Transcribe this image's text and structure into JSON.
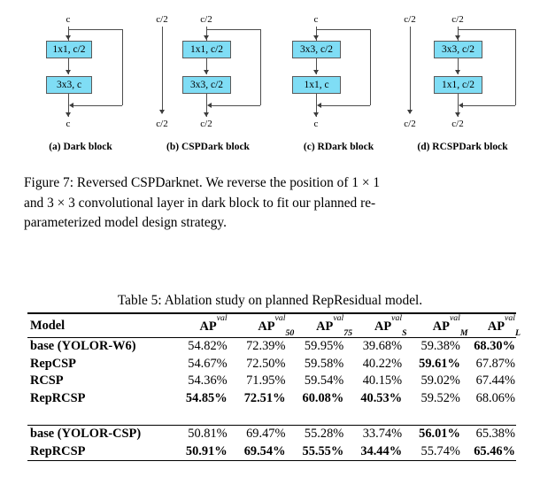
{
  "figure": {
    "caption_prefix": "Figure 7:",
    "caption_text": "Figure 7: Reversed CSPDarknet. We reverse the position of 1 × 1 and 3 × 3 convolutional layer in dark block to fit our planned re-parameterized model design strategy.",
    "caption_line1": "Figure 7: Reversed CSPDarknet. We reverse the position of 1 × 1",
    "caption_line2": "and 3 × 3 convolutional layer in dark block to fit our planned re-",
    "caption_line3": "parameterized model design strategy.",
    "diagrams": [
      {
        "id": "dark-block",
        "subcaption": "(a) Dark block",
        "input_label": "c",
        "output_label": "c",
        "has_bypass_branch": false,
        "bypass_input_label": "",
        "bypass_output_label": "",
        "boxes": [
          "1x1, c/2",
          "3x3, c"
        ]
      },
      {
        "id": "cspdark-block",
        "subcaption": "(b) CSPDark block",
        "input_label": "c/2",
        "output_label": "c/2",
        "has_bypass_branch": true,
        "bypass_input_label": "c/2",
        "bypass_output_label": "c/2",
        "boxes": [
          "1x1, c/2",
          "3x3, c/2"
        ]
      },
      {
        "id": "rdark-block",
        "subcaption": "(c) RDark block",
        "input_label": "c",
        "output_label": "c",
        "has_bypass_branch": false,
        "bypass_input_label": "",
        "bypass_output_label": "",
        "boxes": [
          "3x3, c/2",
          "1x1, c"
        ]
      },
      {
        "id": "rcspdark-block",
        "subcaption": "(d) RCSPDark block",
        "input_label": "c/2",
        "output_label": "c/2",
        "has_bypass_branch": true,
        "bypass_input_label": "c/2",
        "bypass_output_label": "c/2",
        "boxes": [
          "3x3, c/2",
          "1x1, c/2"
        ]
      }
    ],
    "box_fill_color": "#7fddf5",
    "box_border_color": "#5a5a5a",
    "line_color": "#4d4d4d"
  },
  "table": {
    "caption": "Table 5: Ablation study on planned RepResidual model.",
    "headers": [
      {
        "label": "Model",
        "sup": "",
        "sub": ""
      },
      {
        "label": "AP",
        "sup": "val",
        "sub": ""
      },
      {
        "label": "AP",
        "sup": "val",
        "sub": "50"
      },
      {
        "label": "AP",
        "sup": "val",
        "sub": "75"
      },
      {
        "label": "AP",
        "sup": "val",
        "sub": "S"
      },
      {
        "label": "AP",
        "sup": "val",
        "sub": "M"
      },
      {
        "label": "AP",
        "sup": "val",
        "sub": "L"
      }
    ],
    "sections": [
      {
        "rows": [
          {
            "model": "base (YOLOR-W6)",
            "values": [
              "54.82%",
              "72.39%",
              "59.95%",
              "39.68%",
              "59.38%",
              "68.30%"
            ],
            "bold": [
              false,
              false,
              false,
              false,
              false,
              true
            ]
          },
          {
            "model": "RepCSP",
            "values": [
              "54.67%",
              "72.50%",
              "59.58%",
              "40.22%",
              "59.61%",
              "67.87%"
            ],
            "bold": [
              false,
              false,
              false,
              false,
              true,
              false
            ]
          },
          {
            "model": "RCSP",
            "values": [
              "54.36%",
              "71.95%",
              "59.54%",
              "40.15%",
              "59.02%",
              "67.44%"
            ],
            "bold": [
              false,
              false,
              false,
              false,
              false,
              false
            ]
          },
          {
            "model": "RepRCSP",
            "values": [
              "54.85%",
              "72.51%",
              "60.08%",
              "40.53%",
              "59.52%",
              "68.06%"
            ],
            "bold": [
              true,
              true,
              true,
              true,
              false,
              false
            ]
          }
        ]
      },
      {
        "rows": [
          {
            "model": "base (YOLOR-CSP)",
            "values": [
              "50.81%",
              "69.47%",
              "55.28%",
              "33.74%",
              "56.01%",
              "65.38%"
            ],
            "bold": [
              false,
              false,
              false,
              false,
              true,
              false
            ]
          },
          {
            "model": "RepRCSP",
            "values": [
              "50.91%",
              "69.54%",
              "55.55%",
              "34.44%",
              "55.74%",
              "65.46%"
            ],
            "bold": [
              true,
              true,
              true,
              true,
              false,
              true
            ]
          }
        ]
      }
    ]
  }
}
